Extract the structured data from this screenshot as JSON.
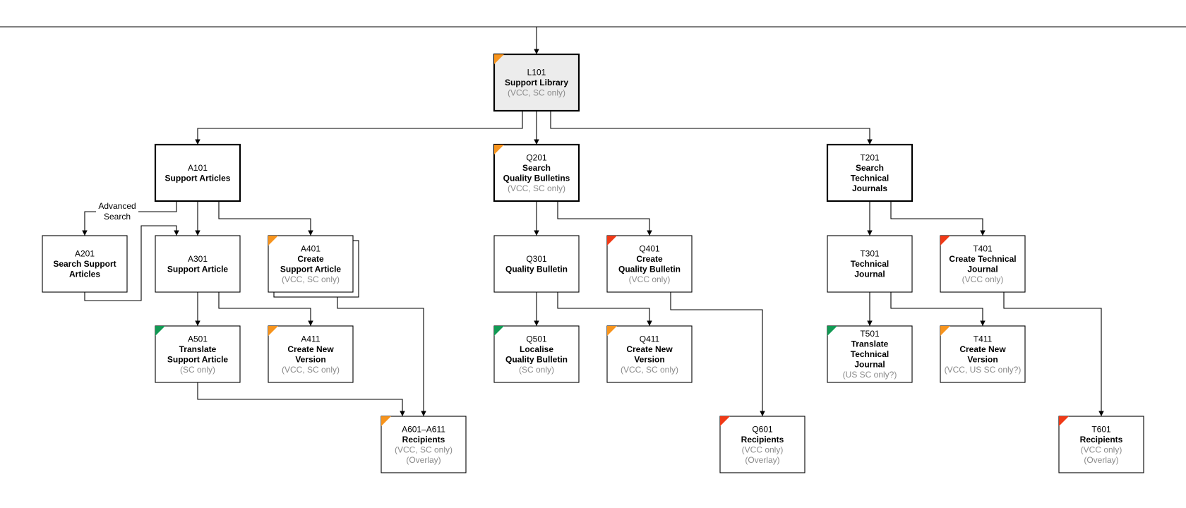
{
  "colors": {
    "orange": "#f7941d",
    "red": "#f03a17",
    "green": "#129a54",
    "note_gray": "#8a8a8a",
    "box_gray": "#ececec"
  },
  "nodes": {
    "L101": {
      "id": "L101",
      "title": [
        "Support Library"
      ],
      "note": [
        "(VCC, SC only)"
      ],
      "flag": "orange"
    },
    "A101": {
      "id": "A101",
      "title": [
        "Support Articles"
      ],
      "note": [],
      "flag": null
    },
    "Q201": {
      "id": "Q201",
      "title": [
        "Search",
        "Quality Bulletins"
      ],
      "note": [
        "(VCC, SC only)"
      ],
      "flag": "orange"
    },
    "T201": {
      "id": "T201",
      "title": [
        "Search",
        "Technical",
        "Journals"
      ],
      "note": [],
      "flag": null
    },
    "A201": {
      "id": "A201",
      "title": [
        "Search Support",
        "Articles"
      ],
      "note": [],
      "flag": null
    },
    "A301": {
      "id": "A301",
      "title": [
        "Support Article"
      ],
      "note": [],
      "flag": null
    },
    "A401": {
      "id": "A401",
      "title": [
        "Create",
        "Support Article"
      ],
      "note": [
        "(VCC, SC only)"
      ],
      "flag": "orange"
    },
    "Q301": {
      "id": "Q301",
      "title": [
        "Quality Bulletin"
      ],
      "note": [],
      "flag": null
    },
    "Q401": {
      "id": "Q401",
      "title": [
        "Create",
        "Quality Bulletin"
      ],
      "note": [
        "(VCC only)"
      ],
      "flag": "red"
    },
    "T301": {
      "id": "T301",
      "title": [
        "Technical",
        "Journal"
      ],
      "note": [],
      "flag": null
    },
    "T401": {
      "id": "T401",
      "title": [
        "Create Technical",
        "Journal"
      ],
      "note": [
        "(VCC only)"
      ],
      "flag": "red"
    },
    "A501": {
      "id": "A501",
      "title": [
        "Translate",
        "Support Article"
      ],
      "note": [
        "(SC only)"
      ],
      "flag": "green"
    },
    "A411": {
      "id": "A411",
      "title": [
        "Create New",
        "Version"
      ],
      "note": [
        "(VCC, SC only)"
      ],
      "flag": "orange"
    },
    "Q501": {
      "id": "Q501",
      "title": [
        "Localise",
        "Quality Bulletin"
      ],
      "note": [
        "(SC only)"
      ],
      "flag": "green"
    },
    "Q411": {
      "id": "Q411",
      "title": [
        "Create New",
        "Version"
      ],
      "note": [
        "(VCC, SC only)"
      ],
      "flag": "orange"
    },
    "T501": {
      "id": "T501",
      "title": [
        "Translate",
        "Technical",
        "Journal"
      ],
      "note": [
        "(US SC only?)"
      ],
      "flag": "green"
    },
    "T411": {
      "id": "T411",
      "title": [
        "Create New",
        "Version"
      ],
      "note": [
        "(VCC, US SC only?)"
      ],
      "flag": "orange"
    },
    "A601": {
      "id": "A601–A611",
      "title": [
        "Recipients"
      ],
      "note": [
        "(VCC, SC only)",
        "(Overlay)"
      ],
      "flag": "orange"
    },
    "Q601": {
      "id": "Q601",
      "title": [
        "Recipients"
      ],
      "note": [
        "(VCC only)",
        "(Overlay)"
      ],
      "flag": "red"
    },
    "T601": {
      "id": "T601",
      "title": [
        "Recipients"
      ],
      "note": [
        "(VCC only)",
        "(Overlay)"
      ],
      "flag": "red"
    }
  },
  "edge_labels": {
    "advanced_search": [
      "Advanced",
      "Search"
    ]
  }
}
